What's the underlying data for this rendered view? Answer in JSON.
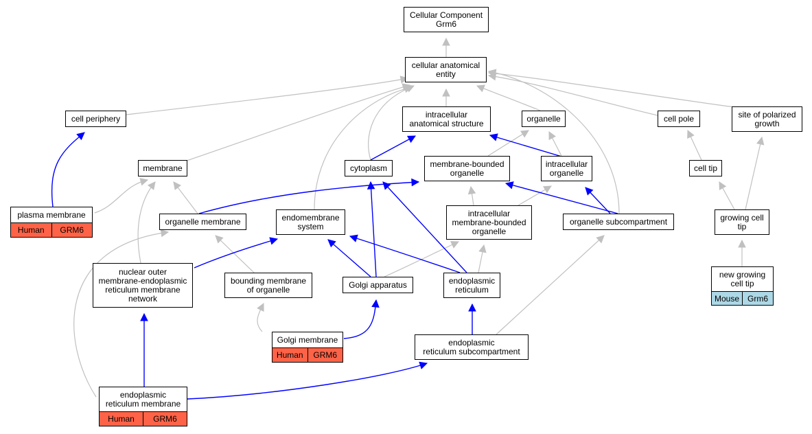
{
  "colors": {
    "gray_edge": "#c0c0c0",
    "blue_edge": "#0000ff",
    "human": "#ff6347",
    "mouse": "#add8e6"
  },
  "nodes": {
    "root": "Cellular Component\nGrm6",
    "cae": "cellular anatomical\nentity",
    "cell_periphery": "cell periphery",
    "ias": "intracellular\nanatomical structure",
    "organelle": "organelle",
    "cell_pole": "cell pole",
    "spg": "site of polarized\ngrowth",
    "membrane": "membrane",
    "cytoplasm": "cytoplasm",
    "mbo": "membrane-bounded\norganelle",
    "io": "intracellular\norganelle",
    "cell_tip": "cell tip",
    "plasma_membrane": "plasma membrane",
    "organelle_membrane": "organelle membrane",
    "endomembrane": "endomembrane\nsystem",
    "imbo": "intracellular\nmembrane-bounded\norganelle",
    "osub": "organelle subcompartment",
    "gct": "growing cell\ntip",
    "noemn": "nuclear outer\nmembrane-endoplasmic\nreticulum membrane\nnetwork",
    "bmo": "bounding membrane\nof organelle",
    "golgi": "Golgi apparatus",
    "er": "endoplasmic\nreticulum",
    "ngct": "new growing\ncell tip",
    "golgi_membrane": "Golgi membrane",
    "ersub": "endoplasmic\nreticulum subcompartment",
    "erm": "endoplasmic\nreticulum membrane"
  },
  "annotations": {
    "plasma_membrane": [
      "Human",
      "GRM6"
    ],
    "golgi_membrane": [
      "Human",
      "GRM6"
    ],
    "erm": [
      "Human",
      "GRM6"
    ],
    "ngct": [
      "Mouse",
      "Grm6"
    ]
  }
}
